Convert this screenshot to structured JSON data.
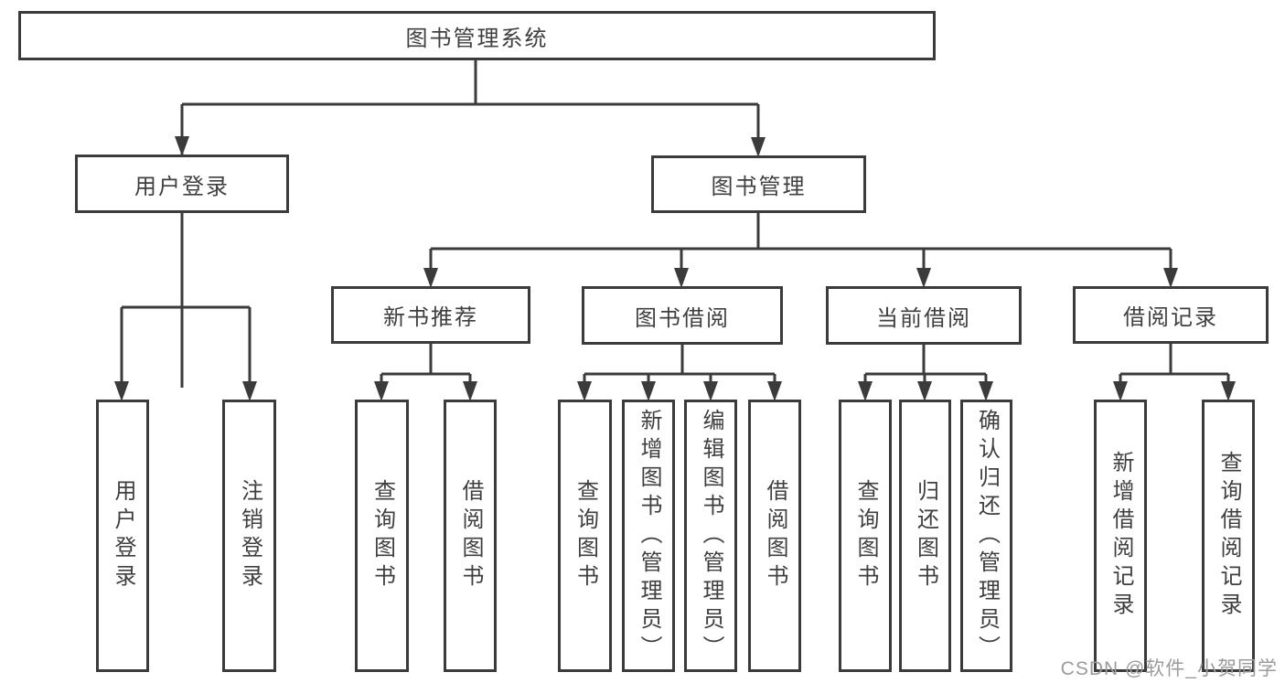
{
  "nodes": {
    "root": "图书管理系统",
    "user_login": "用户登录",
    "book_management": "图书管理",
    "new_book_recommend": "新书推荐",
    "book_borrowing": "图书借阅",
    "current_borrowing": "当前借阅",
    "borrowing_records": "借阅记录",
    "leaf_user_login": "用户登录",
    "leaf_logout": "注销登录",
    "nbr_query_books": "查询图书",
    "nbr_borrow_books": "借阅图书",
    "bb_query_books": "查询图书",
    "bb_add_books_admin": "新增图书（管理员）",
    "bb_edit_books_admin": "编辑图书（管理员）",
    "bb_borrow_books": "借阅图书",
    "cb_query_books": "查询图书",
    "cb_return_books": "归还图书",
    "cb_confirm_return_admin": "确认归还（管理员）",
    "br_add_record": "新增借阅记录",
    "br_query_record": "查询借阅记录"
  },
  "watermark": "CSDN @软件_小贺同学",
  "colors": {
    "line": "#3b3b3b",
    "box_border": "#3b3b3b",
    "text": "#3f3f3f",
    "watermark": "#9b9b9b",
    "background": "#ffffff"
  }
}
